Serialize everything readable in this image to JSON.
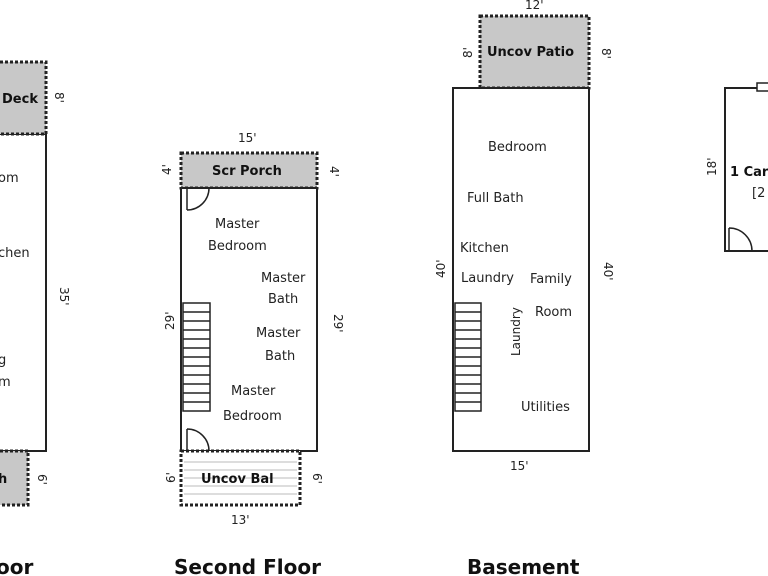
{
  "floors": {
    "first": {
      "title": "oor",
      "deck": "Deck",
      "deck_dim": "8'",
      "room1": "om",
      "room2": "chen",
      "room3": "g",
      "room4": "m",
      "side_dim": "35'",
      "bottom_label": "h",
      "bottom_dim": "6'"
    },
    "second": {
      "title": "Second Floor",
      "porch": "Scr Porch",
      "porch_width": "15'",
      "porch_left_dim": "4'",
      "porch_right_dim": "4'",
      "master_bedroom_1a": "Master",
      "master_bedroom_1b": "Bedroom",
      "master_bath_1a": "Master",
      "master_bath_1b": "Bath",
      "master_bath_2a": "Master",
      "master_bath_2b": "Bath",
      "master_bedroom_2a": "Master",
      "master_bedroom_2b": "Bedroom",
      "left_dim": "29'",
      "right_dim": "29'",
      "balcony": "Uncov Bal",
      "bal_left_dim": "6'",
      "bal_right_dim": "6'",
      "bal_width": "13'"
    },
    "basement": {
      "title": "Basement",
      "patio": "Uncov Patio",
      "patio_width": "12'",
      "patio_left_dim": "8'",
      "patio_right_dim": "8'",
      "bedroom": "Bedroom",
      "full_bath": "Full Bath",
      "kitchen": "Kitchen",
      "laundry": "Laundry",
      "family_a": "Family",
      "family_b": "Room",
      "stair_laundry": "Laundry",
      "utilities": "Utilities",
      "left_dim": "40'",
      "right_dim": "40'",
      "bottom_dim": "15'"
    },
    "garage": {
      "label": "1 Car",
      "sub": "[2",
      "left_dim": "18'"
    }
  }
}
